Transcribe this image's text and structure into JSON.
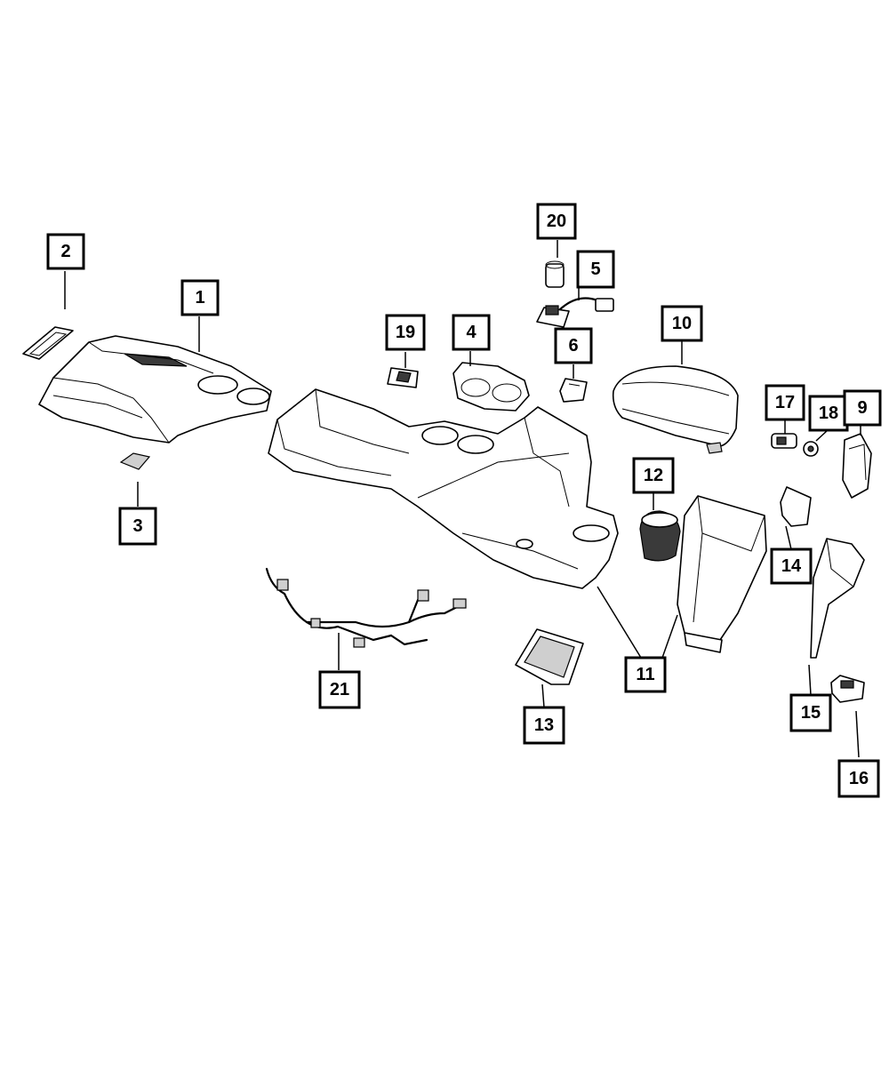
{
  "callouts": [
    {
      "id": "c1",
      "label": "1"
    },
    {
      "id": "c2",
      "label": "2"
    },
    {
      "id": "c3",
      "label": "3"
    },
    {
      "id": "c4",
      "label": "4"
    },
    {
      "id": "c5",
      "label": "5"
    },
    {
      "id": "c6",
      "label": "6"
    },
    {
      "id": "c9",
      "label": "9"
    },
    {
      "id": "c10",
      "label": "10"
    },
    {
      "id": "c11",
      "label": "11"
    },
    {
      "id": "c12",
      "label": "12"
    },
    {
      "id": "c13",
      "label": "13"
    },
    {
      "id": "c14",
      "label": "14"
    },
    {
      "id": "c15",
      "label": "15"
    },
    {
      "id": "c16",
      "label": "16"
    },
    {
      "id": "c17",
      "label": "17"
    },
    {
      "id": "c18",
      "label": "18"
    },
    {
      "id": "c19",
      "label": "19"
    },
    {
      "id": "c20",
      "label": "20"
    },
    {
      "id": "c21",
      "label": "21"
    }
  ]
}
